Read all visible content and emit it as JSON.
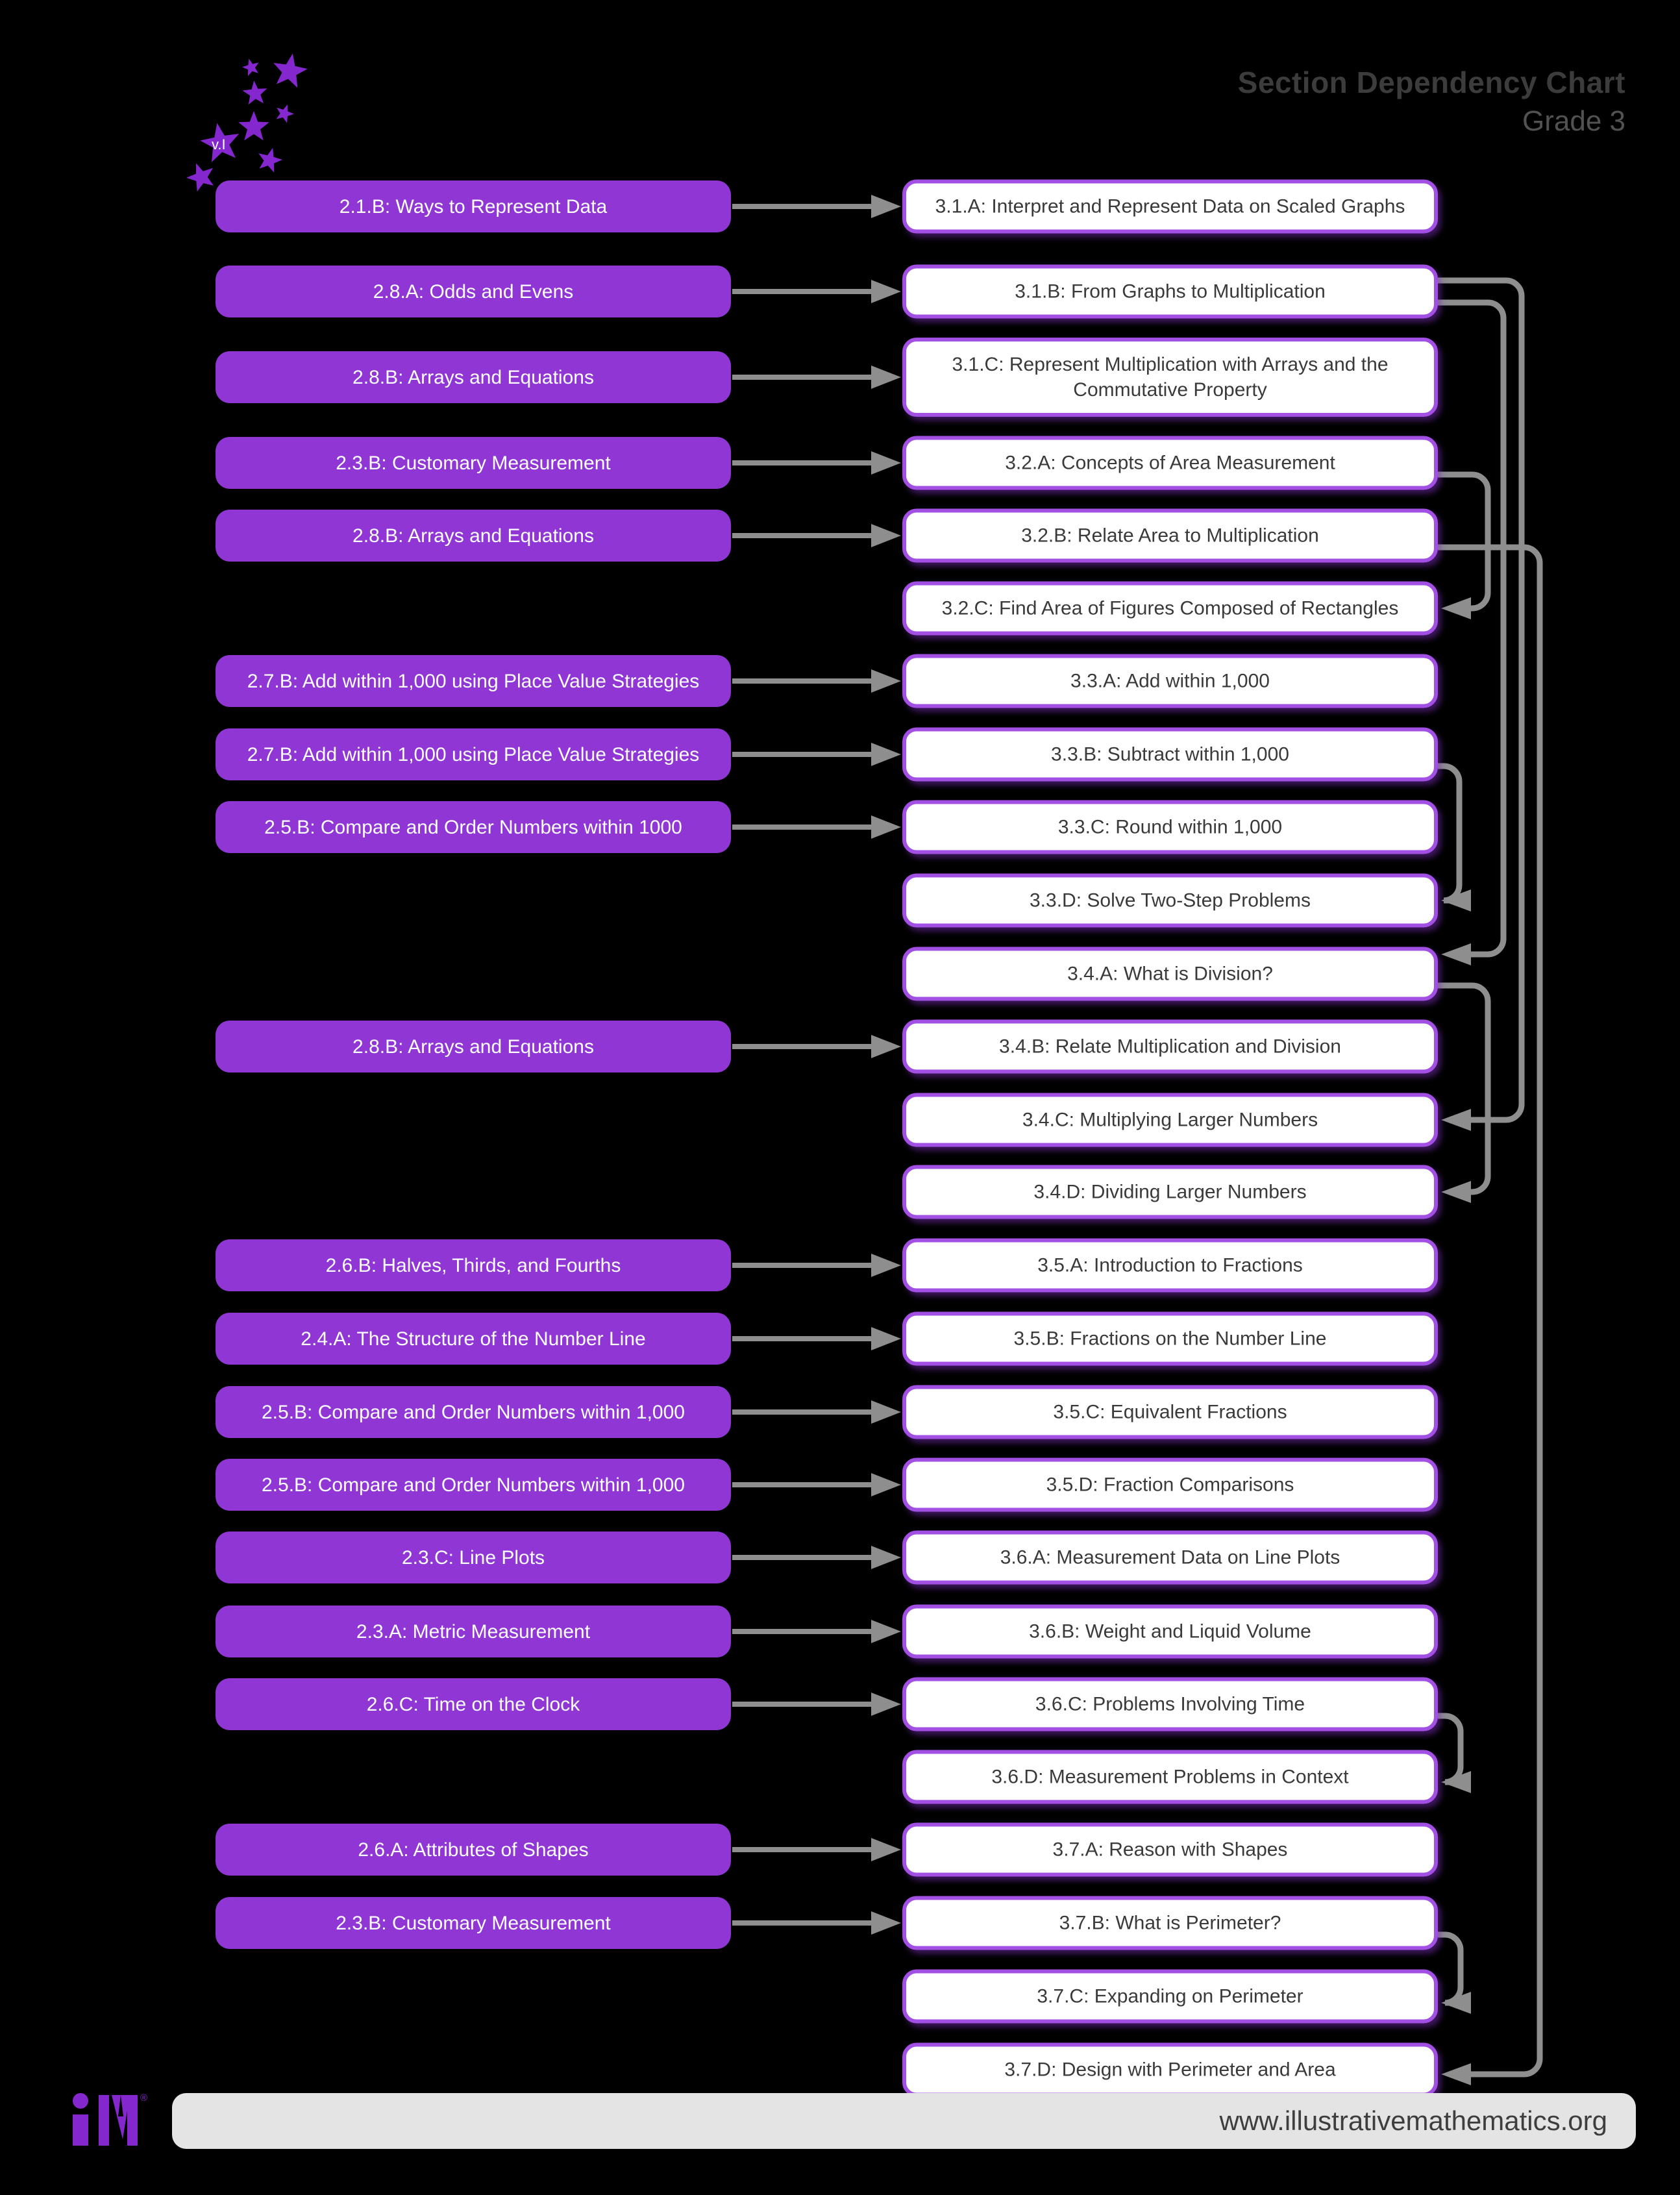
{
  "header": {
    "title": "Section Dependency Chart",
    "subtitle": "Grade 3"
  },
  "logo": {
    "star_cluster_text": "v.I",
    "wordmark": "iM",
    "registered_mark": "®"
  },
  "footer": {
    "url": "www.illustrativemathematics.org"
  },
  "colors": {
    "background": "#000000",
    "grade2_box_fill": "#9036D4",
    "grade3_box_border": "#A24FE3",
    "arrow_gray": "#8E8E8E",
    "title_gray": "#3C3C3C",
    "subtitle_gray": "#525252",
    "box_text": "#3A3A3A",
    "footer_bar": "#E4E4E4",
    "footer_text": "#3E3E3E",
    "star_purple": "#8527CE"
  },
  "rows": [
    {
      "left": "2.1.B: Ways to Represent Data",
      "right": "3.1.A: Interpret and Represent Data on Scaled Graphs"
    },
    {
      "left": "2.8.A: Odds and Evens",
      "right": "3.1.B: From Graphs to Multiplication"
    },
    {
      "left": "2.8.B: Arrays and Equations",
      "right": "3.1.C: Represent Multiplication with Arrays and the Commutative Property"
    },
    {
      "left": "2.3.B: Customary Measurement",
      "right": "3.2.A: Concepts of Area Measurement"
    },
    {
      "left": "2.8.B: Arrays and Equations",
      "right": "3.2.B: Relate Area to Multiplication"
    },
    {
      "left": null,
      "right": "3.2.C: Find Area of Figures Composed of Rectangles"
    },
    {
      "left": "2.7.B: Add within 1,000 using Place Value Strategies",
      "right": "3.3.A: Add within 1,000"
    },
    {
      "left": "2.7.B: Add within 1,000 using Place Value Strategies",
      "right": "3.3.B: Subtract within 1,000"
    },
    {
      "left": "2.5.B: Compare and Order Numbers within 1000",
      "right": "3.3.C: Round within 1,000"
    },
    {
      "left": null,
      "right": "3.3.D: Solve Two-Step Problems"
    },
    {
      "left": null,
      "right": "3.4.A: What is Division?"
    },
    {
      "left": "2.8.B: Arrays and Equations",
      "right": "3.4.B: Relate Multiplication and Division"
    },
    {
      "left": null,
      "right": "3.4.C: Multiplying Larger Numbers"
    },
    {
      "left": null,
      "right": "3.4.D: Dividing Larger Numbers"
    },
    {
      "left": "2.6.B: Halves, Thirds, and Fourths",
      "right": "3.5.A: Introduction to Fractions"
    },
    {
      "left": "2.4.A: The Structure of the Number Line",
      "right": "3.5.B: Fractions on the Number Line"
    },
    {
      "left": "2.5.B: Compare and Order Numbers within 1,000",
      "right": "3.5.C: Equivalent Fractions"
    },
    {
      "left": "2.5.B: Compare and Order Numbers within 1,000",
      "right": "3.5.D: Fraction Comparisons"
    },
    {
      "left": "2.3.C: Line Plots",
      "right": "3.6.A: Measurement Data on Line Plots"
    },
    {
      "left": "2.3.A: Metric Measurement",
      "right": "3.6.B: Weight and Liquid Volume"
    },
    {
      "left": "2.6.C: Time on the Clock",
      "right": "3.6.C: Problems Involving Time"
    },
    {
      "left": null,
      "right": "3.6.D: Measurement Problems in Context"
    },
    {
      "left": "2.6.A: Attributes of Shapes",
      "right": "3.7.A: Reason with Shapes"
    },
    {
      "left": "2.3.B: Customary Measurement",
      "right": "3.7.B: What is Perimeter?"
    },
    {
      "left": null,
      "right": "3.7.C: Expanding on Perimeter"
    },
    {
      "left": null,
      "right": "3.7.D: Design with Perimeter and Area"
    }
  ],
  "connections": [
    {
      "from": "3.2.A",
      "to": "3.2.C"
    },
    {
      "from": "3.1.B",
      "to": "3.4.A"
    },
    {
      "from": "3.1.B",
      "to": "3.4.C"
    },
    {
      "from": "3.2.B",
      "to": "3.7.D"
    },
    {
      "from": "3.3.B",
      "to": "3.3.D"
    },
    {
      "from": "3.4.A",
      "to": "3.4.D"
    },
    {
      "from": "3.6.C",
      "to": "3.6.D"
    },
    {
      "from": "3.7.B",
      "to": "3.7.C"
    }
  ]
}
